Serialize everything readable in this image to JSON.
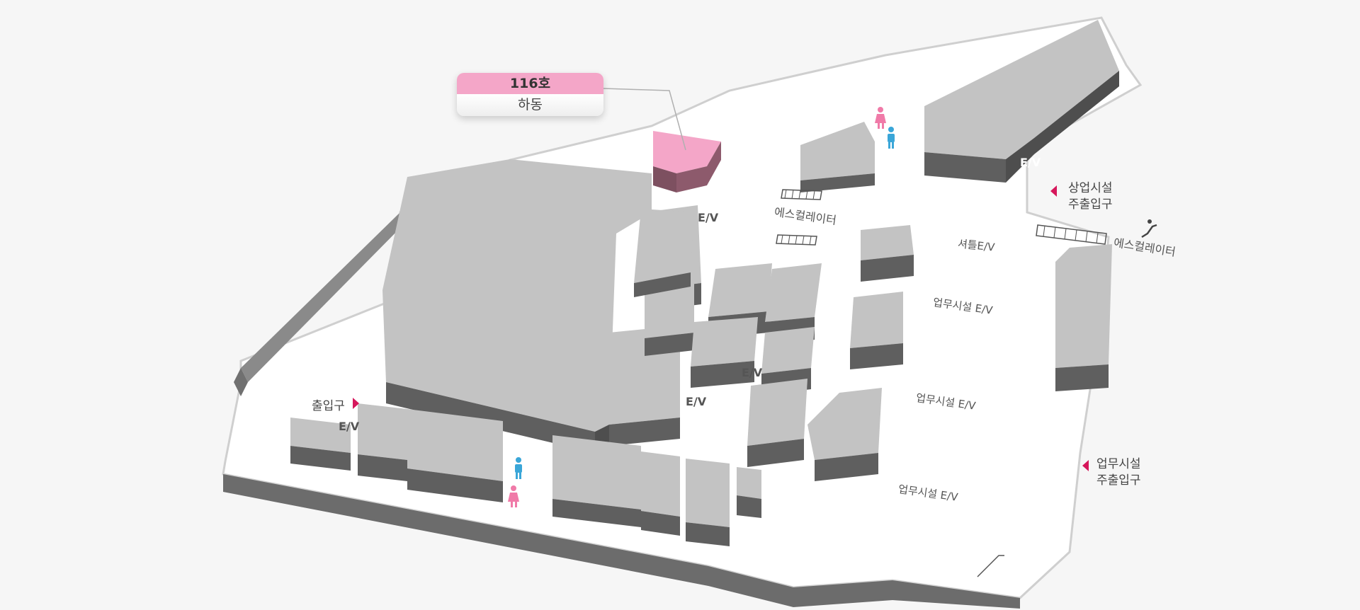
{
  "tooltip": {
    "unit": "116호",
    "building": "하동"
  },
  "labels": {
    "commercial_entrance_line1": "상업시설",
    "commercial_entrance_line2": "주출입구",
    "office_entrance_line1": "업무시설",
    "office_entrance_line2": "주출입구",
    "entrance": "출입구",
    "escalator": "에스컬레이터",
    "elevator": "E/V",
    "shuttle_ev": "셔틀E/V",
    "office_ev": "업무시설 E/V"
  },
  "colors": {
    "background": "#f6f6f6",
    "floor": "#ffffff",
    "block_top": "#c3c3c3",
    "block_side": "#5f5f5f",
    "selected_unit": "#f4a6c8",
    "entrance_marker": "#d6175b",
    "restroom_female": "#f07aa8",
    "restroom_male": "#3aa6d8"
  }
}
